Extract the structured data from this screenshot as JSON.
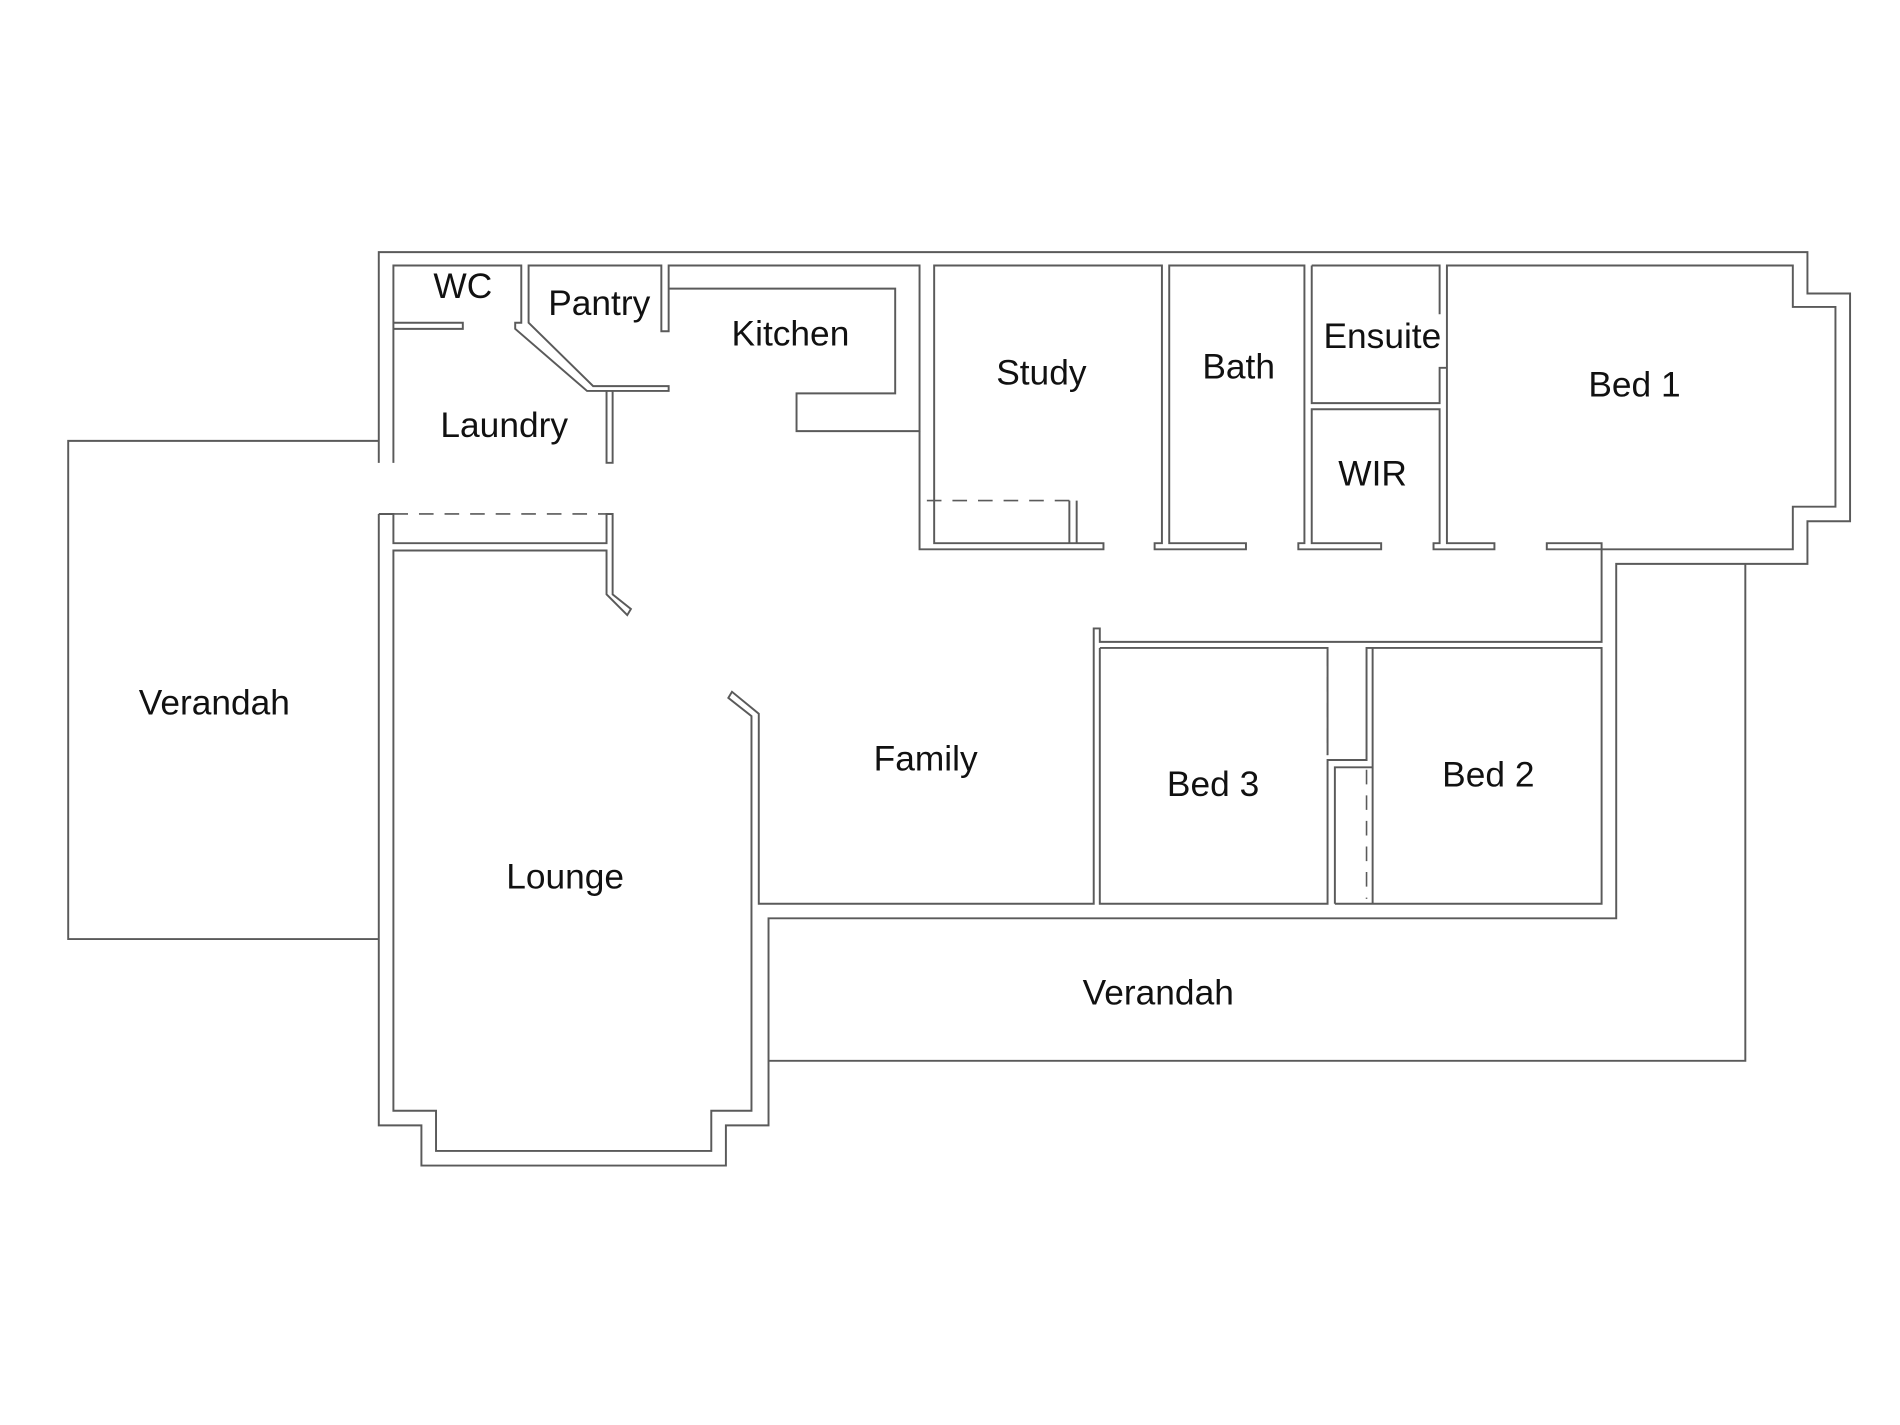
{
  "rooms": {
    "wc": "WC",
    "pantry": "Pantry",
    "kitchen": "Kitchen",
    "study": "Study",
    "bath": "Bath",
    "ensuite": "Ensuite",
    "bed1": "Bed 1",
    "wir": "WIR",
    "laundry": "Laundry",
    "verandah_west": "Verandah",
    "family": "Family",
    "bed3": "Bed 3",
    "bed2": "Bed 2",
    "lounge": "Lounge",
    "verandah_south": "Verandah"
  }
}
